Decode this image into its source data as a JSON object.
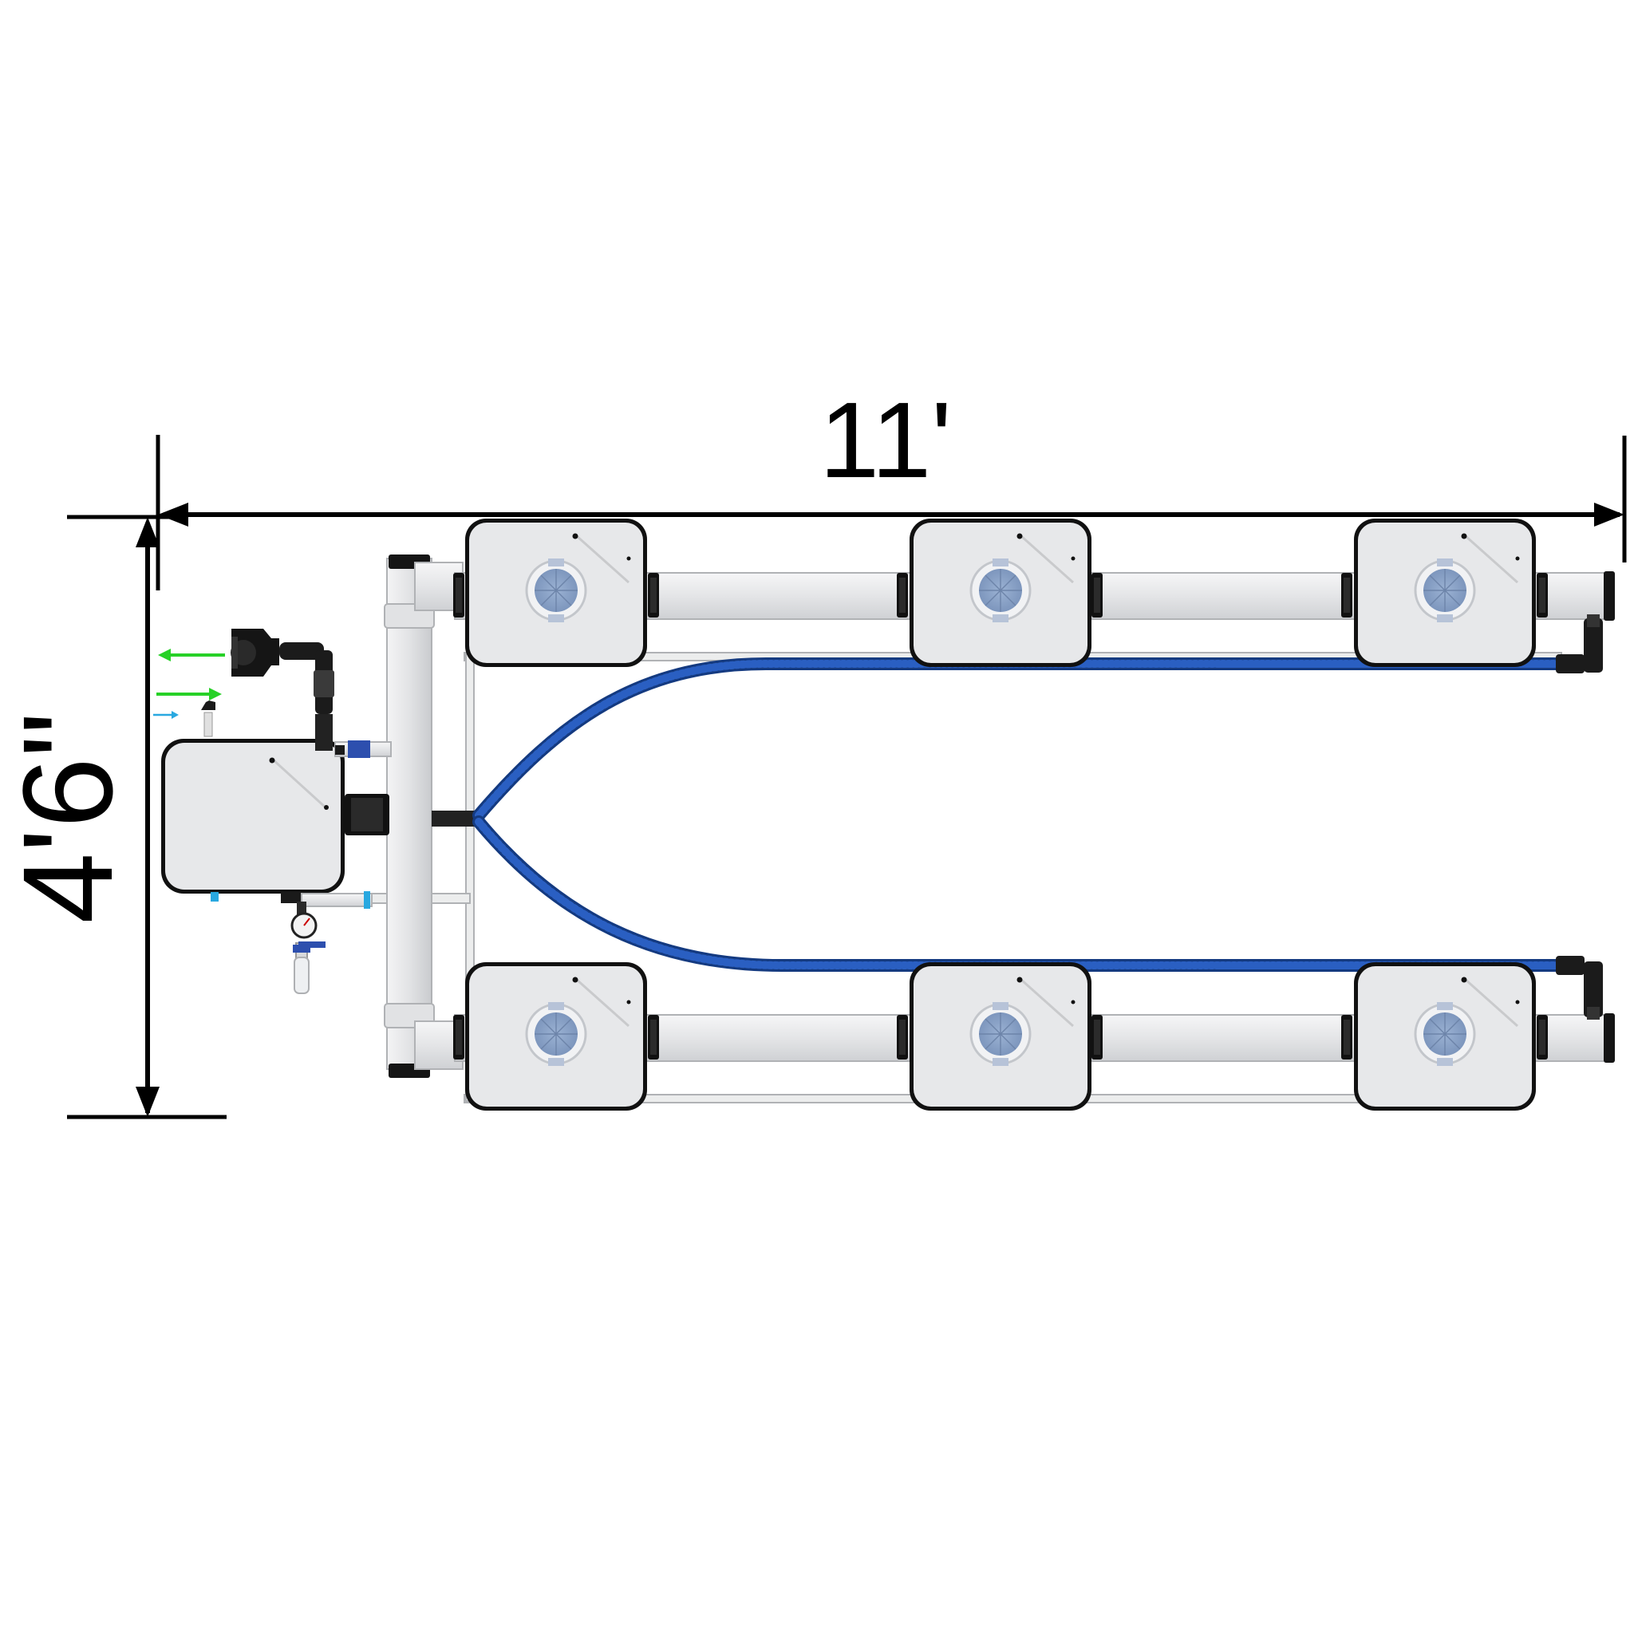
{
  "dimensions": {
    "width_label": "11'",
    "height_label": "4'6\""
  },
  "colors": {
    "background": "#ffffff",
    "dimension_line": "#000000",
    "bucket_fill": "#e6e7e9",
    "bucket_border": "#111111",
    "pipe_fill": "#e9eaec",
    "pipe_stroke": "#b9bbbf",
    "fitting_dark": "#1a1a1a",
    "hose_blue": "#1f4fa8",
    "lid_blue": "#8aa3c8",
    "arrow_green": "#27d127",
    "arrow_cyan": "#29a8e0"
  },
  "components": {
    "site_buckets": [
      "bucket-top-1",
      "bucket-top-2",
      "bucket-top-3",
      "bucket-bottom-1",
      "bucket-bottom-2",
      "bucket-bottom-3"
    ],
    "reservoir": "reservoir-bucket",
    "pump": "pump-icon",
    "pressure_gauge": "pressure-gauge-icon",
    "flow_arrows": [
      "green-outflow-arrow",
      "green-inflow-arrow",
      "cyan-water-arrow"
    ]
  }
}
